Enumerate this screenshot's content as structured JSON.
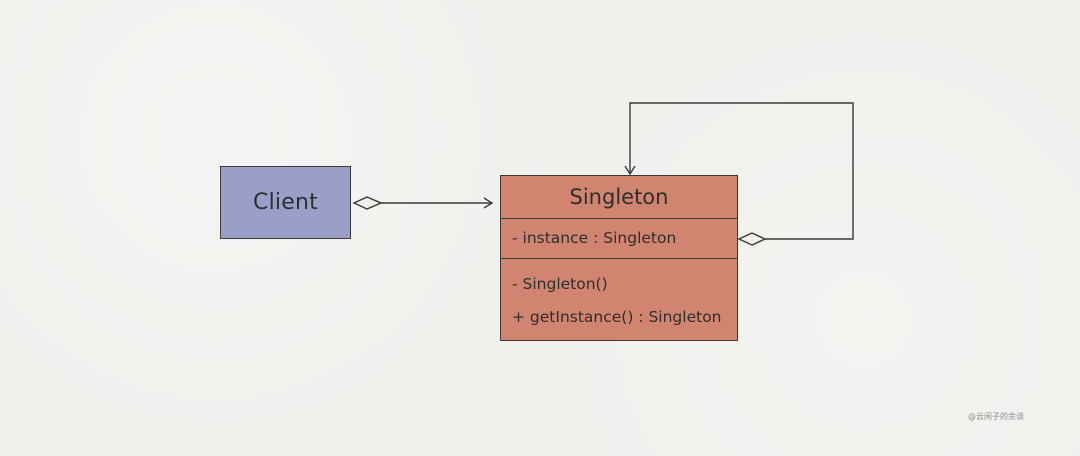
{
  "diagram": {
    "client": {
      "label": "Client"
    },
    "singleton": {
      "class_name": "Singleton",
      "attributes": [
        "- instance : Singleton"
      ],
      "operations": [
        "- Singleton()",
        "+ getInstance() : Singleton"
      ]
    },
    "colors": {
      "background": "#efefec",
      "client_fill": "#9a9fca",
      "singleton_fill": "#d18570",
      "stroke": "#3a3a3a"
    },
    "relations": [
      {
        "from": "Client",
        "to": "Singleton",
        "kind": "aggregation"
      },
      {
        "from": "Singleton",
        "to": "Singleton",
        "kind": "aggregation"
      }
    ]
  },
  "watermark": {
    "text": "@云闲子的余谈"
  }
}
